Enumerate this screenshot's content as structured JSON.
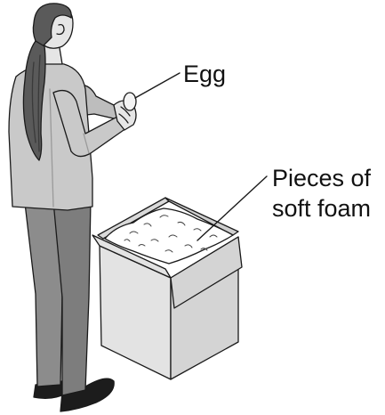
{
  "labels": {
    "egg": "Egg",
    "foam_line1": "Pieces of",
    "foam_line2": "soft foam"
  },
  "colors": {
    "outline": "#1a1a1a",
    "hair": "#5a5a5a",
    "jacket": "#c9c9c9",
    "pants": "#8c8c8c",
    "skin": "#e6e6e6",
    "shoes": "#1c1c1c",
    "box_front": "#e3e3e3",
    "box_side": "#d4d4d4",
    "foam": "#ffffff"
  }
}
